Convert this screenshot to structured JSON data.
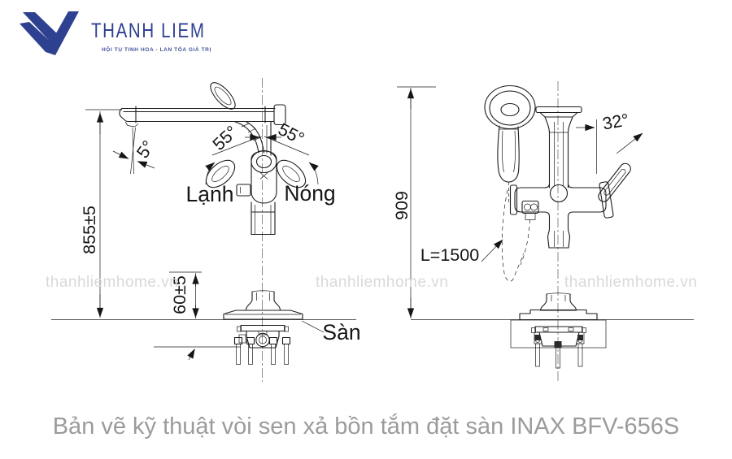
{
  "colors": {
    "brand": "#2e4190",
    "tagline": "#44549b",
    "line": "#1c1c1c",
    "watermark": "#d9d9d9",
    "caption": "#9b9b9b"
  },
  "brand": {
    "name": "THANH LIEM",
    "tagline": "HỘI TỤ TINH HOA - LAN TỎA GIÁ TRỊ"
  },
  "watermark": {
    "text": "thanhliemhome.vn"
  },
  "front_view": {
    "labels": {
      "spout_angle": "5°",
      "handle_angle_left": "55°",
      "handle_angle_right": "55°",
      "cold": "Lạnh",
      "hot": "Nóng",
      "height_total": "855±5",
      "base_height": "60±5",
      "floor": "Sàn"
    }
  },
  "side_view": {
    "labels": {
      "height_total": "909",
      "lever_angle": "32°",
      "hose_length": "L=1500"
    }
  },
  "caption": {
    "text": "Bản vẽ kỹ thuật vòi sen xả bồn tắm đặt sàn INAX BFV-656S"
  }
}
